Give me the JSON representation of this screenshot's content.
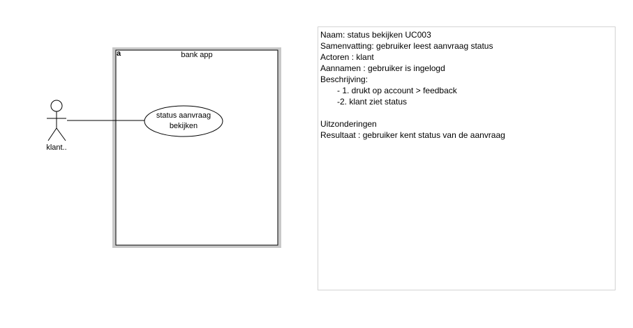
{
  "system": {
    "tag": "a",
    "name": "bank app"
  },
  "actor": {
    "name": "klant.."
  },
  "usecase": {
    "line1": "status aanvraag",
    "line2": "bekijken"
  },
  "description": {
    "name": "Naam: status bekijken UC003",
    "summary": "Samenvatting: gebruiker leest aanvraag status",
    "actors": "Actoren : klant",
    "assumptions": "Aannamen : gebruiker is ingelogd",
    "description_label": "Beschrijving:",
    "step1": "- 1. drukt op account > feedback",
    "step2": "-2. klant ziet status",
    "exceptions": "Uitzonderingen",
    "result": "Resultaat : gebruiker kent status van de aanvraag"
  }
}
